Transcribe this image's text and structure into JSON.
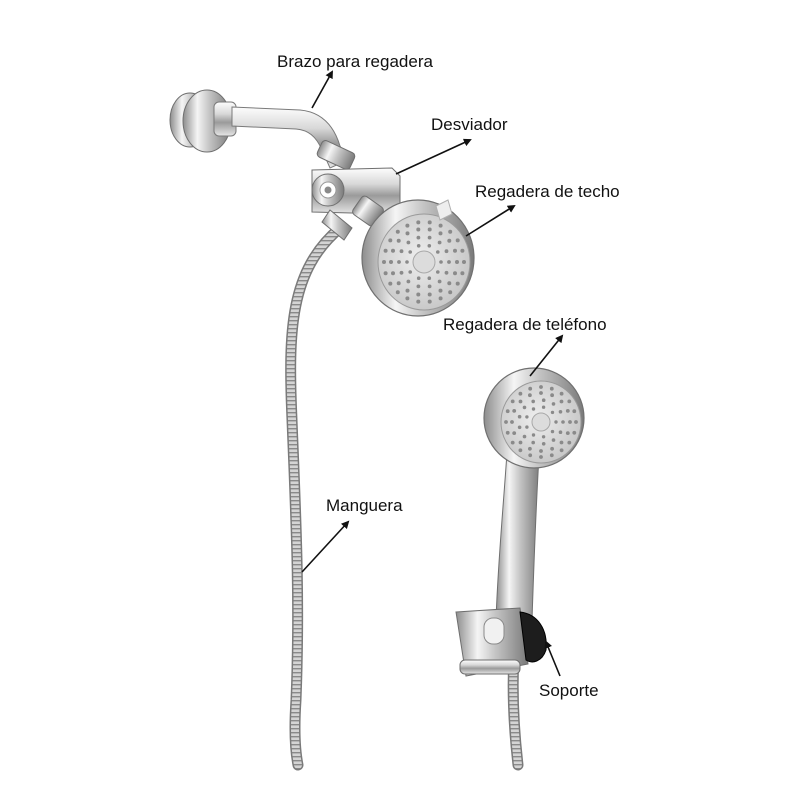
{
  "labels": {
    "shower_arm": "Brazo para regadera",
    "diverter": "Desviador",
    "ceiling_head": "Regadera de techo",
    "hand_shower": "Regadera de teléfono",
    "hose": "Manguera",
    "holder": "Soporte"
  },
  "colors": {
    "chrome_light": "#f4f4f4",
    "chrome_mid": "#c9c9c9",
    "chrome_dark": "#7e7e7e",
    "nozzle_face": "#d7d7d7",
    "nozzle": "#8a8a8a",
    "label_text": "#111111",
    "leader_line": "#111111"
  }
}
